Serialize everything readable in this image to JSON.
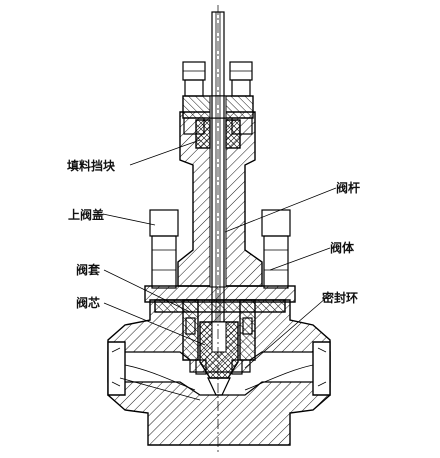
{
  "labels": {
    "packing_retainer": "填料挡块",
    "upper_bonnet": "上阀盖",
    "valve_sleeve": "阀套",
    "valve_plug": "阀芯",
    "valve_stem": "阀杆",
    "valve_body": "阀体",
    "seal_ring": "密封环"
  },
  "colors": {
    "line": "#000000",
    "background": "#ffffff"
  }
}
